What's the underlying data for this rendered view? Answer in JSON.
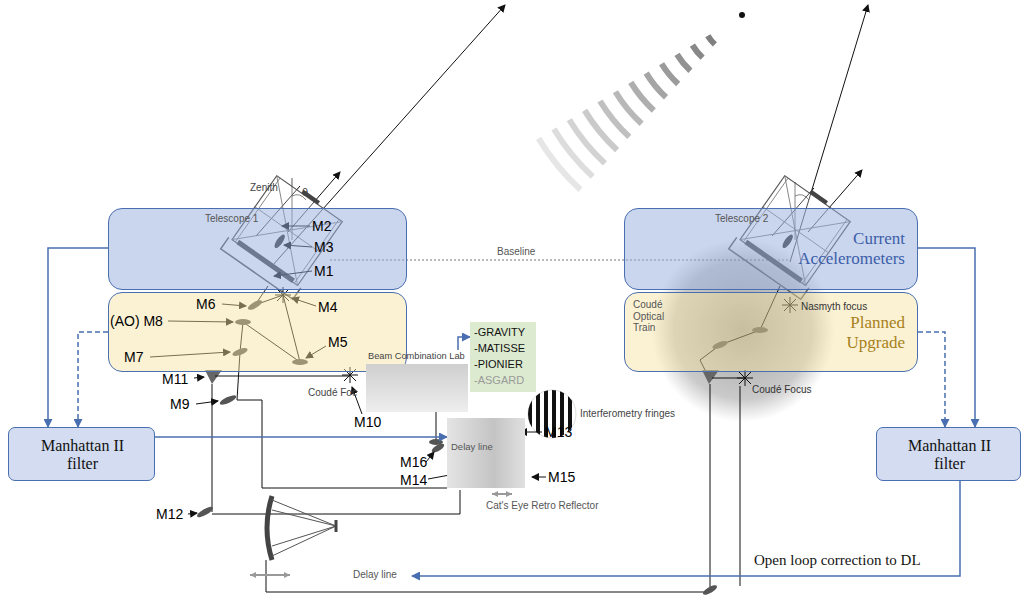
{
  "diagram": {
    "nodes": [
      {
        "text": [
          "Telescope 1"
        ]
      },
      {
        "text": [
          "Telescope 2",
          "Current Accelerometers"
        ]
      },
      {
        "text": []
      },
      {
        "text": [
          "Coudé Optical Train",
          "Planned Upgrade",
          "Nasmyth focus"
        ]
      },
      {
        "text": [
          "-GRAVITY",
          "-MATISSE",
          "-PIONIER",
          "-ASGARD"
        ]
      },
      {
        "text": [
          "Beam Combination Lab"
        ]
      },
      {
        "text": [
          "Manhattan II filter"
        ]
      },
      {
        "text": [
          "Delay line"
        ]
      },
      {
        "text": [
          "Manhattan II filter"
        ]
      },
      {
        "text": [
          "Delay line"
        ]
      }
    ],
    "edges": [
      {
        "from": 0,
        "to": 6,
        "arrow": "to"
      },
      {
        "from": 2,
        "to": 6,
        "arrow": "to"
      },
      {
        "from": 1,
        "to": 8,
        "arrow": "to"
      },
      {
        "from": 3,
        "to": 8,
        "arrow": "to"
      },
      {
        "from": 6,
        "to": 7,
        "arrow": "to"
      },
      {
        "from": 8,
        "to": 9,
        "label": "Open loop correction to DL",
        "arrow": "to"
      },
      {
        "from": 5,
        "to": 4,
        "arrow": "to"
      }
    ],
    "labels": [
      "Zenith",
      "θ",
      "M2",
      "M3",
      "M1",
      "M6",
      "M4",
      "(AO) M8",
      "M5",
      "M7",
      "M11",
      "M9",
      "Coudé Foc",
      "M10",
      "Baseline",
      "Interferometry fringes",
      "M13",
      "M15",
      "M16",
      "M14",
      "M12",
      "Coudé Focus",
      "Cat's Eye Retro Reflector"
    ]
  }
}
